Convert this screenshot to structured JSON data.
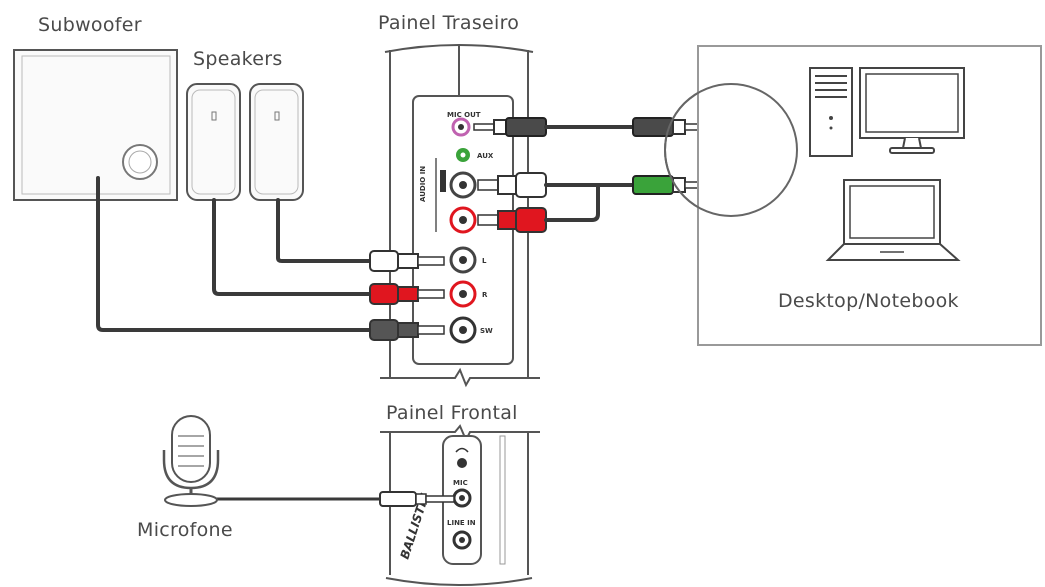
{
  "labels": {
    "subwoofer": "Subwoofer",
    "speakers": "Speakers",
    "rear_panel": "Painel Traseiro",
    "front_panel": "Painel Frontal",
    "microphone": "Microfone",
    "computer": "Desktop/Notebook"
  },
  "rear_jacks": {
    "mic_out": "MIC OUT",
    "aux": "AUX",
    "audio_in": "AUDIO IN",
    "left": "L",
    "right": "R",
    "sw": "SW"
  },
  "front_jacks": {
    "mic": "MIC",
    "line_in": "LINE IN"
  },
  "brand_text": "BALLISTIC",
  "colors": {
    "cable": "#3a3a3a",
    "red_plug": "#e0161f",
    "green_jack": "#3aa33a",
    "pink_jack": "#c062b0",
    "outline": "#555555"
  }
}
